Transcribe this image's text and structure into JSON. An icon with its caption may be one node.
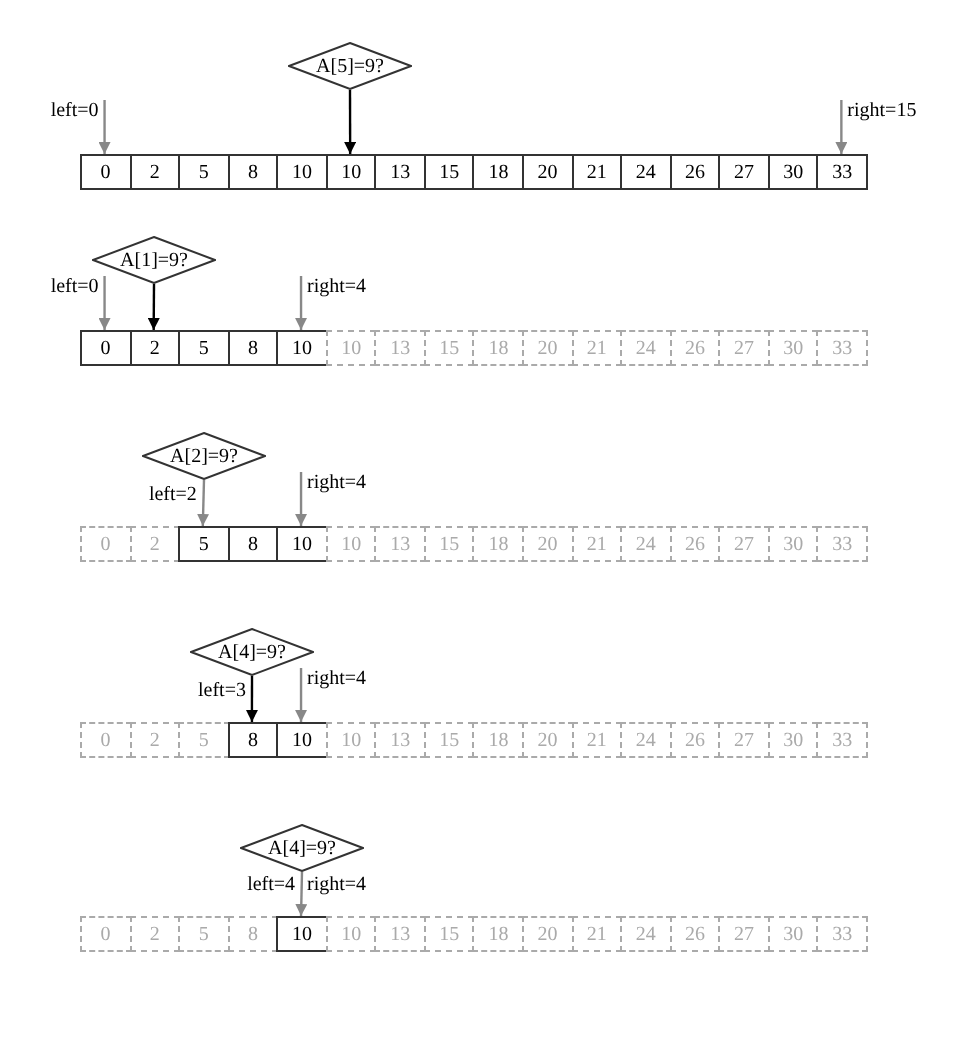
{
  "diagram": {
    "nodes": [
      {
        "text": [
          "A[5]=9?"
        ]
      },
      {
        "text": [
          "left=0"
        ]
      },
      {
        "text": [
          "right=15"
        ]
      },
      {
        "text": [
          "0"
        ]
      },
      {
        "text": [
          "2"
        ]
      },
      {
        "text": [
          "5"
        ]
      },
      {
        "text": [
          "8"
        ]
      },
      {
        "text": [
          "10"
        ]
      },
      {
        "text": [
          "10"
        ]
      },
      {
        "text": [
          "13"
        ]
      },
      {
        "text": [
          "15"
        ]
      },
      {
        "text": [
          "18"
        ]
      },
      {
        "text": [
          "20"
        ]
      },
      {
        "text": [
          "21"
        ]
      },
      {
        "text": [
          "24"
        ]
      },
      {
        "text": [
          "26"
        ]
      },
      {
        "text": [
          "27"
        ]
      },
      {
        "text": [
          "30"
        ]
      },
      {
        "text": [
          "33"
        ]
      },
      {
        "text": [
          "A[1]=9?"
        ]
      },
      {
        "text": [
          "left=0"
        ]
      },
      {
        "text": [
          "right=4"
        ]
      },
      {
        "text": [
          "0"
        ]
      },
      {
        "text": [
          "2"
        ]
      },
      {
        "text": [
          "5"
        ]
      },
      {
        "text": [
          "8"
        ]
      },
      {
        "text": [
          "10"
        ]
      },
      {
        "text": [
          "10"
        ]
      },
      {
        "text": [
          "13"
        ]
      },
      {
        "text": [
          "15"
        ]
      },
      {
        "text": [
          "18"
        ]
      },
      {
        "text": [
          "20"
        ]
      },
      {
        "text": [
          "21"
        ]
      },
      {
        "text": [
          "24"
        ]
      },
      {
        "text": [
          "26"
        ]
      },
      {
        "text": [
          "27"
        ]
      },
      {
        "text": [
          "30"
        ]
      },
      {
        "text": [
          "33"
        ]
      },
      {
        "text": [
          "A[2]=9?"
        ]
      },
      {
        "text": [
          "right=4"
        ]
      },
      {
        "text": [
          "0"
        ]
      },
      {
        "text": [
          "2"
        ]
      },
      {
        "text": [
          "5"
        ]
      },
      {
        "text": [
          "8"
        ]
      },
      {
        "text": [
          "10"
        ]
      },
      {
        "text": [
          "10"
        ]
      },
      {
        "text": [
          "13"
        ]
      },
      {
        "text": [
          "15"
        ]
      },
      {
        "text": [
          "18"
        ]
      },
      {
        "text": [
          "20"
        ]
      },
      {
        "text": [
          "21"
        ]
      },
      {
        "text": [
          "24"
        ]
      },
      {
        "text": [
          "26"
        ]
      },
      {
        "text": [
          "27"
        ]
      },
      {
        "text": [
          "30"
        ]
      },
      {
        "text": [
          "33"
        ]
      },
      {
        "text": [
          "A[4]=9?"
        ]
      },
      {
        "text": [
          "right=4"
        ]
      },
      {
        "text": [
          "0"
        ]
      },
      {
        "text": [
          "2"
        ]
      },
      {
        "text": [
          "5"
        ]
      },
      {
        "text": [
          "8"
        ]
      },
      {
        "text": [
          "10"
        ]
      },
      {
        "text": [
          "10"
        ]
      },
      {
        "text": [
          "13"
        ]
      },
      {
        "text": [
          "15"
        ]
      },
      {
        "text": [
          "18"
        ]
      },
      {
        "text": [
          "20"
        ]
      },
      {
        "text": [
          "21"
        ]
      },
      {
        "text": [
          "24"
        ]
      },
      {
        "text": [
          "26"
        ]
      },
      {
        "text": [
          "27"
        ]
      },
      {
        "text": [
          "30"
        ]
      },
      {
        "text": [
          "33"
        ]
      },
      {
        "text": [
          "A[4]=9?"
        ]
      },
      {
        "text": [
          "0"
        ]
      },
      {
        "text": [
          "2"
        ]
      },
      {
        "text": [
          "5"
        ]
      },
      {
        "text": [
          "8"
        ]
      },
      {
        "text": [
          "10"
        ]
      },
      {
        "text": [
          "10"
        ]
      },
      {
        "text": [
          "13"
        ]
      },
      {
        "text": [
          "15"
        ]
      },
      {
        "text": [
          "18"
        ]
      },
      {
        "text": [
          "20"
        ]
      },
      {
        "text": [
          "21"
        ]
      },
      {
        "text": [
          "24"
        ]
      },
      {
        "text": [
          "26"
        ]
      },
      {
        "text": [
          "27"
        ]
      },
      {
        "text": [
          "30"
        ]
      },
      {
        "text": [
          "33"
        ]
      }
    ],
    "edges": [
      {
        "from": 0,
        "to": 8,
        "arrow": "to",
        "color": "#000000"
      },
      {
        "from": 1,
        "to": 3,
        "arrow": "to"
      },
      {
        "from": 2,
        "to": 18,
        "arrow": "to"
      },
      {
        "from": 19,
        "to": 23,
        "arrow": "to",
        "color": "#000000"
      },
      {
        "from": 20,
        "to": 22,
        "arrow": "to"
      },
      {
        "from": 21,
        "to": 26,
        "arrow": "to"
      },
      {
        "from": 38,
        "to": 42,
        "arrow": "to"
      },
      {
        "from": 39,
        "to": 44,
        "arrow": "to"
      },
      {
        "from": 56,
        "to": 61,
        "arrow": "to",
        "color": "#000000"
      },
      {
        "from": 57,
        "to": 62,
        "arrow": "to"
      },
      {
        "from": 74,
        "to": 79,
        "arrow": "to"
      }
    ],
    "labels": [
      "left=2",
      "left=3",
      "left=4",
      "right=4"
    ]
  }
}
